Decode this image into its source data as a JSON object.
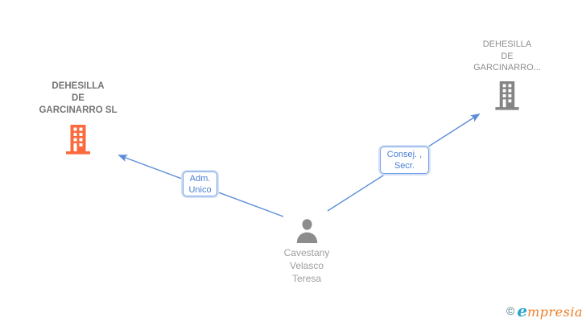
{
  "colors": {
    "edge_blue": "#5b8dd9",
    "box_border": "#76a1e3",
    "box_glow": "#d3e1f7",
    "box_text": "#4a80d4",
    "building_orange": "#fa6a3c",
    "building_gray": "#858585",
    "person_gray": "#8c8c8c",
    "company_left_text": "#757575",
    "company_right_text": "#8d8d8d",
    "person_text": "#9e9e9e",
    "logo_teal": "#4a7b8c",
    "logo_blue": "#2aa2cb",
    "logo_orange": "#ee7d26"
  },
  "diagram": {
    "nodes": {
      "company_left": {
        "type": "company",
        "icon": "building-icon",
        "name": "DEHESILLA DE GARCINARRO SL",
        "lines": [
          "DEHESILLA",
          "DE",
          "GARCINARRO SL"
        ]
      },
      "company_right": {
        "type": "company",
        "icon": "building-icon",
        "name": "DEHESILLA DE GARCINARRO...",
        "lines": [
          "DEHESILLA",
          "DE",
          "GARCINARRO..."
        ]
      },
      "person": {
        "type": "person",
        "icon": "person-icon",
        "name": "Cavestany Velasco Teresa",
        "lines": [
          "Cavestany",
          "Velasco",
          "Teresa"
        ]
      }
    },
    "edges": [
      {
        "from": "person",
        "to": "company_left",
        "label": "Adm. Unico",
        "label_lines": [
          "Adm.",
          "Unico"
        ]
      },
      {
        "from": "person",
        "to": "company_right",
        "label": "Consej. , Secr.",
        "label_lines": [
          "Consej. ,",
          "Secr."
        ]
      }
    ]
  },
  "footer": {
    "logo": {
      "copyright": "©",
      "brand_e": "e",
      "brand_rest": "mpresia",
      "brand": "empresia"
    }
  }
}
